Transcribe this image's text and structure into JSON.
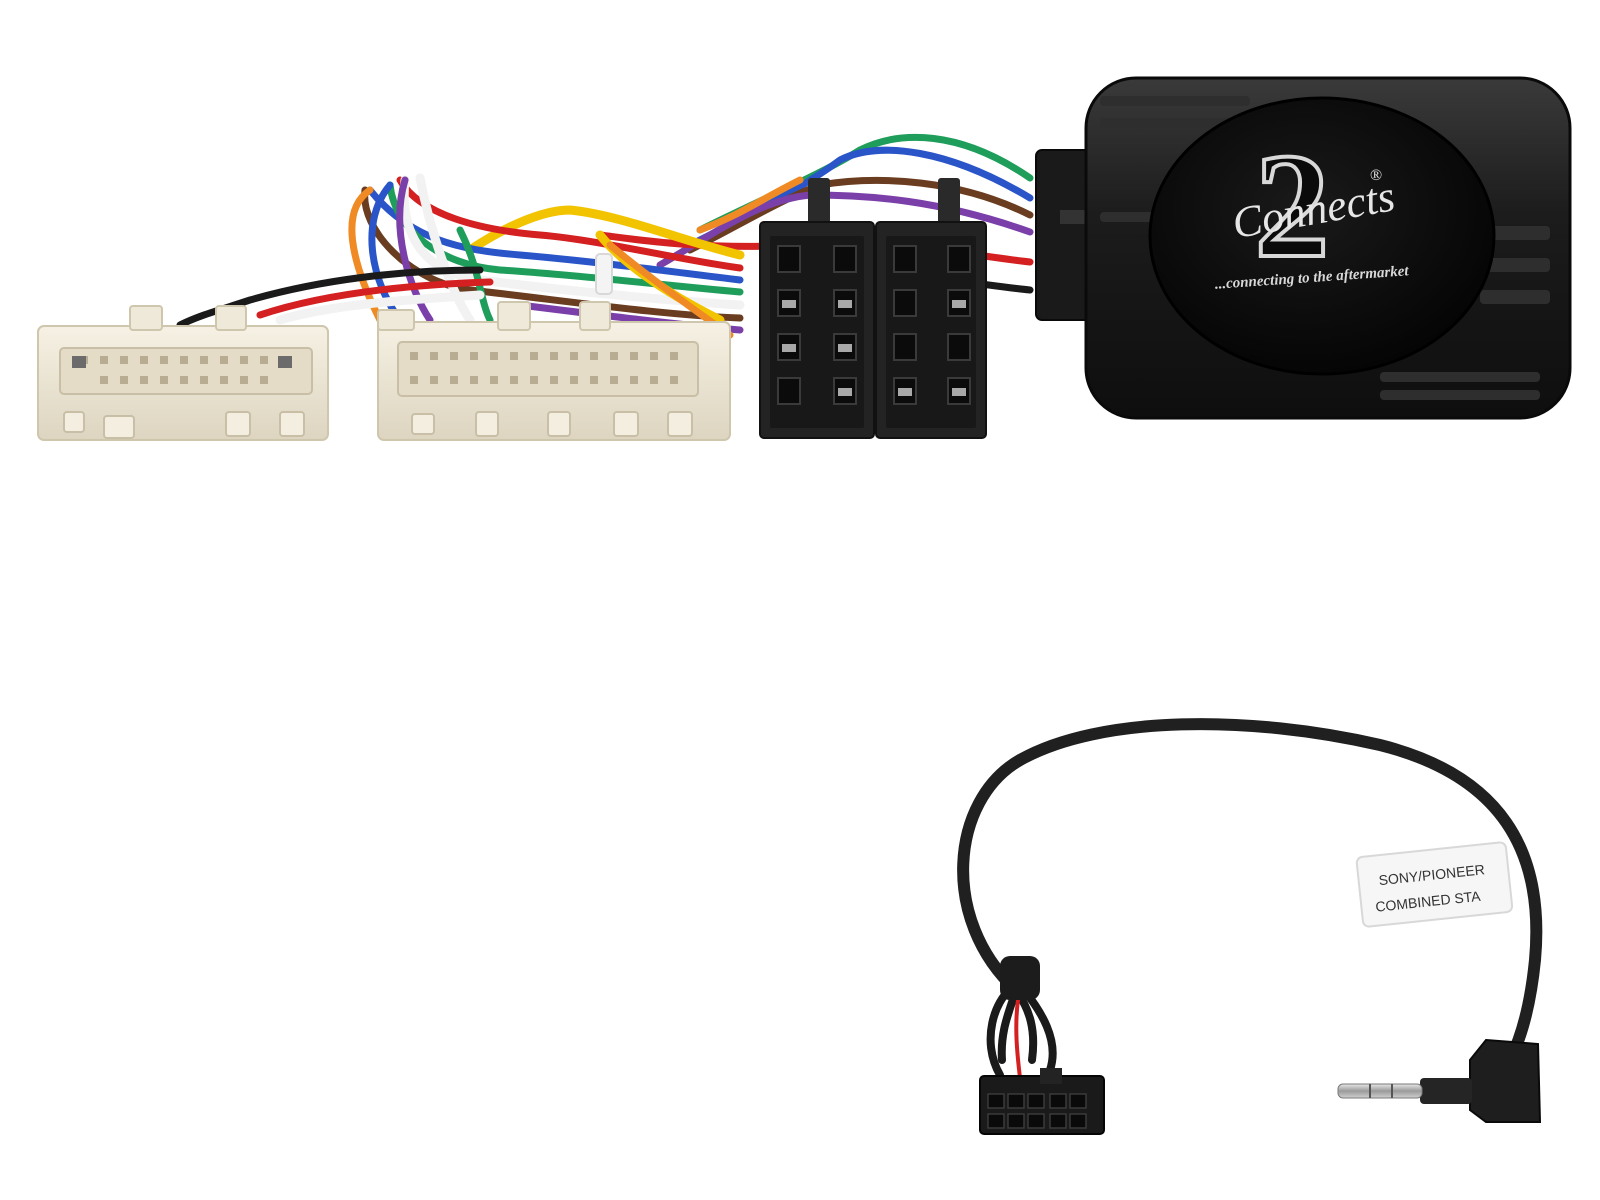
{
  "product": {
    "brand_logo": {
      "script_text": "Connects",
      "numeral": "2",
      "registered_mark": "®",
      "tagline": "...connecting to the aftermarket"
    },
    "patch_lead": {
      "label_line1": "SONY/PIONEER",
      "label_line2": "COMBINED STA"
    },
    "colors": {
      "background": "#ffffff",
      "interface_box": "#1c1c1c",
      "connector_white": "#ece6d6",
      "connector_black": "#232323",
      "wire_green": "#1e9e5a",
      "wire_blue": "#2a55c8",
      "wire_brown": "#6a3d20",
      "wire_orange": "#f08a24",
      "wire_yellow": "#f2c400",
      "wire_red": "#d42020",
      "wire_violet": "#7a3fa8",
      "wire_white": "#f2f2f2",
      "wire_black": "#1a1a1a",
      "cable_black": "#202020"
    },
    "icons": [
      "wiring-harness-icon",
      "iso-connector-icon",
      "interface-box-icon",
      "jack-plug-icon",
      "molex-plug-icon"
    ]
  }
}
